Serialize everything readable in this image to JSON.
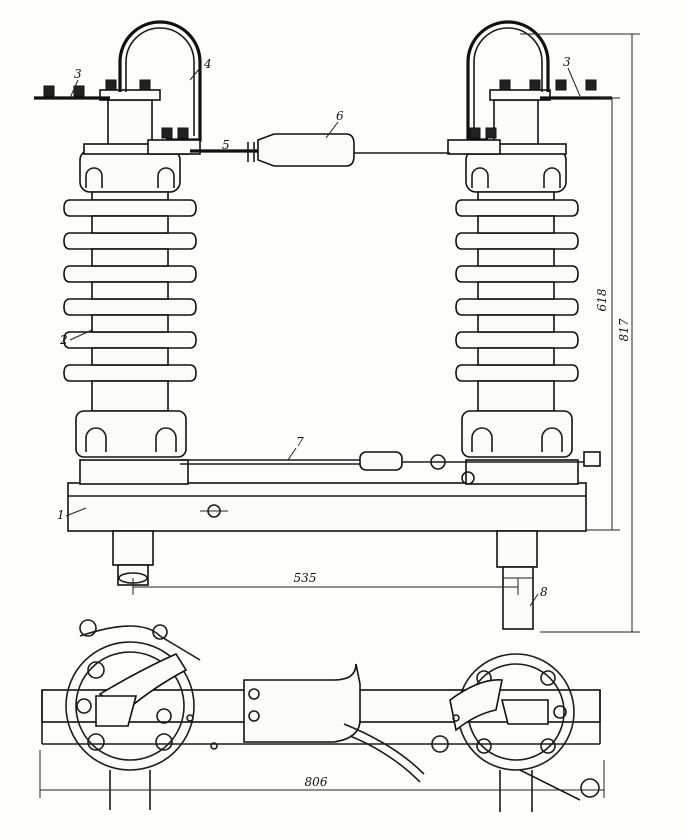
{
  "dimensions": {
    "width_between_shafts": "535",
    "total_width": "806",
    "height_to_terminal": "618",
    "total_height": "817"
  },
  "callouts": [
    "1",
    "2",
    "3",
    "4",
    "5",
    "6",
    "7",
    "8"
  ]
}
